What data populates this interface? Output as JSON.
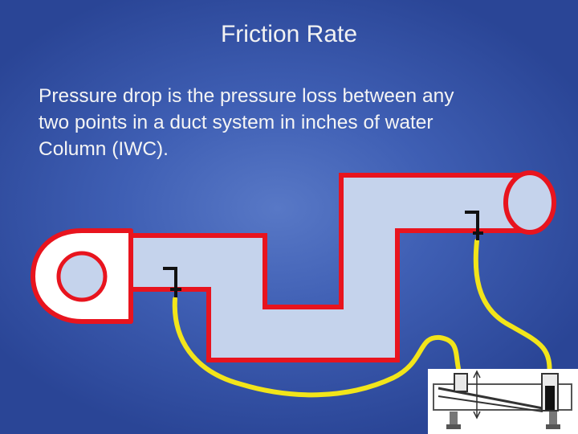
{
  "slide": {
    "title": "Friction Rate",
    "body_lines": [
      "Pressure drop is the pressure loss between any",
      "two points in a duct system in inches of water",
      "Column (IWC)."
    ]
  },
  "colors": {
    "background_center": "#5878c6",
    "background_edge": "#2a4596",
    "duct_fill": "#c5d3ec",
    "duct_outline": "#e8141e",
    "tubing": "#f2e51a",
    "probe": "#111111",
    "manometer_frame": "#ffffff"
  },
  "diagram": {
    "components": [
      "fan-housing",
      "duct-run",
      "duct-end-opening",
      "pressure-probe",
      "pressure-probe",
      "sensing-tube",
      "sensing-tube",
      "inclined-manometer"
    ]
  }
}
